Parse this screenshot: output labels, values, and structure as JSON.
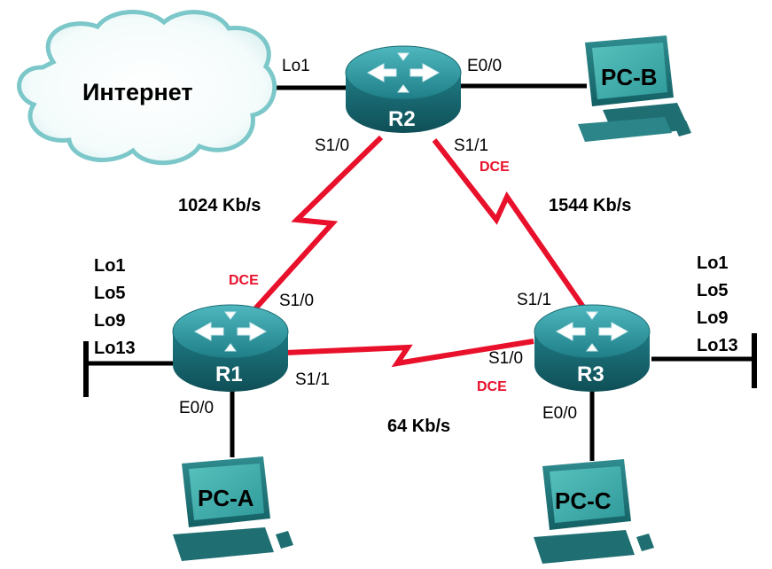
{
  "cloud": {
    "label": "Интернет"
  },
  "routers": [
    {
      "id": "r2",
      "label": "R2"
    },
    {
      "id": "r1",
      "label": "R1"
    },
    {
      "id": "r3",
      "label": "R3"
    }
  ],
  "pcs": [
    {
      "id": "pcb",
      "label": "PC-B"
    },
    {
      "id": "pca",
      "label": "PC-A"
    },
    {
      "id": "pcc",
      "label": "PC-C"
    }
  ],
  "links": {
    "r1_r2_speed": "1024 Kb/s",
    "r2_r3_speed": "1544 Kb/s",
    "r1_r3_speed": "64 Kb/s"
  },
  "interfaces": {
    "r2_lo1": "Lo1",
    "r2_e00": "E0/0",
    "r2_s10": "S1/0",
    "r2_s11": "S1/1",
    "r1_s10": "S1/0",
    "r1_s11": "S1/1",
    "r1_e00": "E0/0",
    "r3_s11": "S1/1",
    "r3_s10": "S1/0",
    "r3_e00": "E0/0"
  },
  "dce": {
    "r2_s11": "DCE",
    "r1_s10": "DCE",
    "r3_s10": "DCE"
  },
  "loopbacks": {
    "r1": [
      "Lo1",
      "Lo5",
      "Lo9",
      "Lo13"
    ],
    "r3": [
      "Lo1",
      "Lo5",
      "Lo9",
      "Lo13"
    ]
  },
  "colors": {
    "serial_link": "#e8102a",
    "ethernet_link": "#000000",
    "router_body": "#2a8f96",
    "pc_screen": "#3ba7a7",
    "dce_text": "#e8102a"
  }
}
